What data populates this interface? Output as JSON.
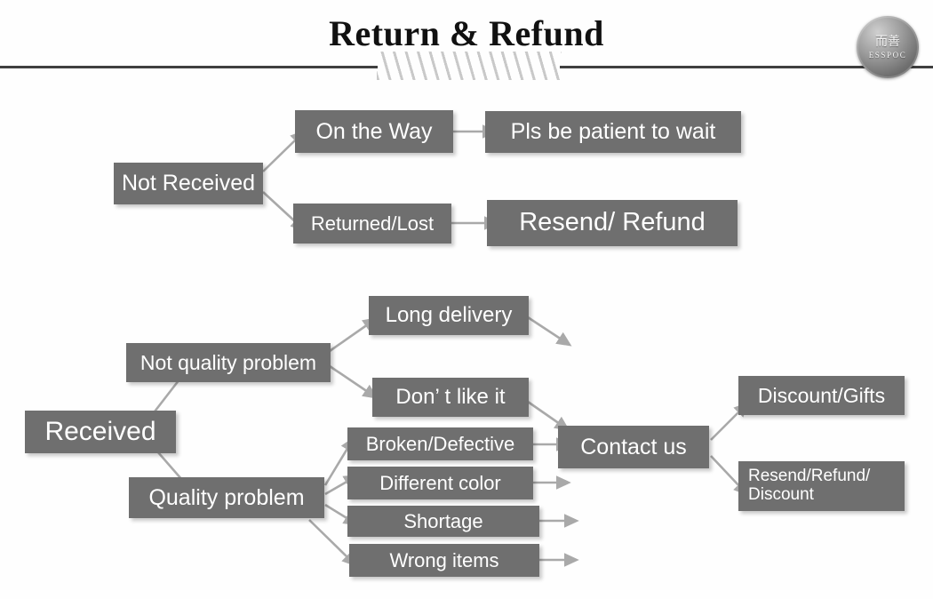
{
  "header": {
    "title": "Return & Refund",
    "logo": {
      "cn": "而善",
      "en": "ESSPOC"
    }
  },
  "flow": {
    "not_received": "Not Received",
    "on_the_way": "On the Way",
    "pls_wait": "Pls be patient to wait",
    "returned_lost": "Returned/Lost",
    "resend_refund": "Resend/ Refund",
    "received": "Received",
    "not_quality_problem": "Not quality problem",
    "long_delivery": "Long delivery",
    "dont_like_it": "Don’ t like it",
    "quality_problem": "Quality problem",
    "broken_defective": "Broken/Defective",
    "different_color": "Different color",
    "shortage": "Shortage",
    "wrong_items": "Wrong items",
    "contact_us": "Contact us",
    "discount_gifts": "Discount/Gifts",
    "resend_refund_discount": "Resend/Refund/\nDiscount"
  },
  "colors": {
    "node_fill": "#6f6f6f",
    "node_text": "#ffffff",
    "arrow": "#a9a9a9",
    "rule": "#3f3f3f",
    "background": "#fefefe"
  }
}
